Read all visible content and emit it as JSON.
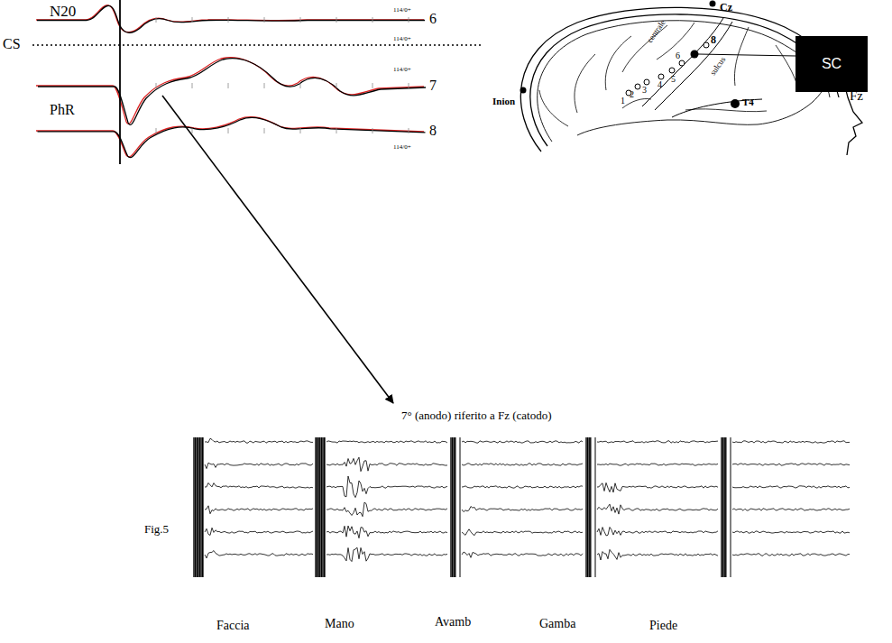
{
  "diagram": {
    "nodes": [
      {
        "text": [
          "SC"
        ]
      }
    ],
    "labels": [
      "N20",
      "114/0+",
      "6",
      "CS",
      "114/0+",
      "7",
      "PhR",
      "114/0+",
      "8",
      "114/0+",
      "Cz",
      "Inion",
      "T4",
      "Fz",
      "centrale",
      "sulcus",
      "1",
      "2",
      "3",
      "4",
      "5",
      "6",
      "8",
      "7° (anodo) riferito a Fz (catodo)",
      "Fig.5",
      "Faccia",
      "Mano",
      "Avamb",
      "Gamba",
      "Piede"
    ]
  }
}
